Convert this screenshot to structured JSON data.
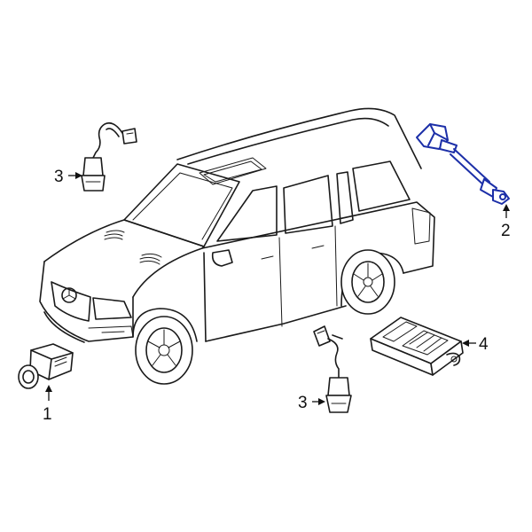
{
  "diagram": {
    "callouts": [
      {
        "id": "1",
        "label": "1"
      },
      {
        "id": "2",
        "label": "2"
      },
      {
        "id": "3a",
        "label": "3"
      },
      {
        "id": "3b",
        "label": "3"
      },
      {
        "id": "4",
        "label": "4"
      }
    ],
    "colors": {
      "line": "#1a1a1a",
      "highlight": "#1c2fa8",
      "background": "#ffffff"
    }
  }
}
